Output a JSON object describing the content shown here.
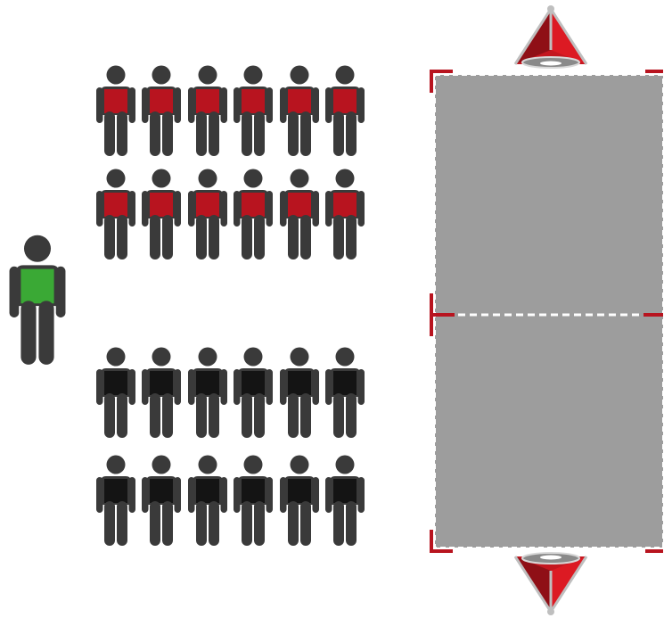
{
  "colors": {
    "background": "#ffffff",
    "figure_body": "#3a3a3a",
    "team_red": "#b8141f",
    "team_black": "#141414",
    "coach_green": "#3aa935",
    "pitch": "#9d9d9d",
    "pitch_lines": "#ffffff",
    "markers": "#b8141f",
    "goal_frame": "#bfbfbf"
  },
  "diagram": {
    "coach": {
      "role": "coach",
      "icon": "person-icon",
      "vest": "green"
    },
    "red_team": {
      "role": "player",
      "icon": "person-icon",
      "vest": "red",
      "rows": 2,
      "per_row": 6
    },
    "black_team": {
      "role": "player",
      "icon": "person-icon",
      "vest": "black",
      "rows": 2,
      "per_row": 6
    },
    "pitch": {
      "halves": 2,
      "corner_markers": 4,
      "midline_markers": 2
    },
    "goals": [
      {
        "position": "top",
        "icon": "pop-up-goal-icon"
      },
      {
        "position": "bottom",
        "icon": "pop-up-goal-icon"
      }
    ]
  }
}
